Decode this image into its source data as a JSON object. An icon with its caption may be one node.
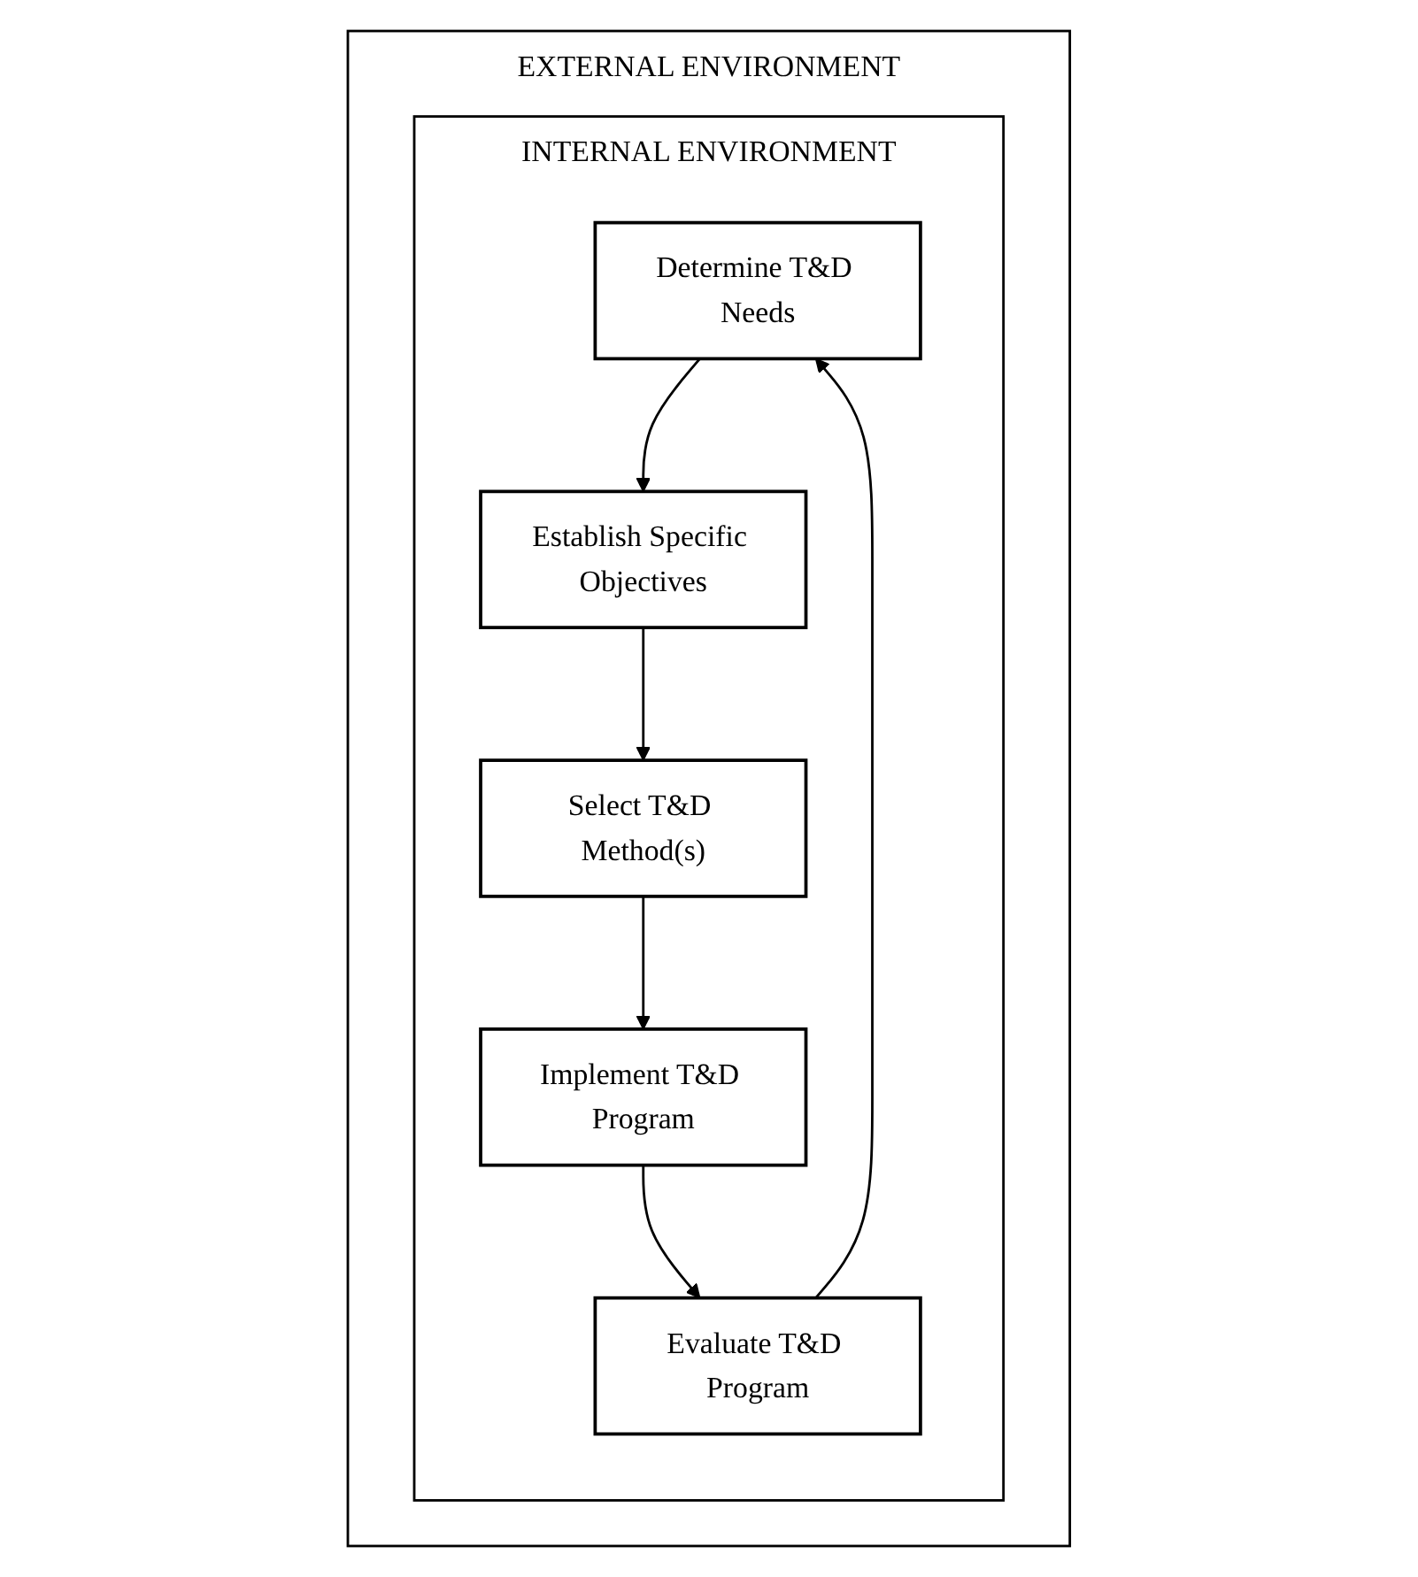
{
  "diagram": {
    "nodes": [
      {
        "text": [
          "EXTERNAL ENVIRONMENT"
        ]
      },
      {
        "text": [
          "INTERNAL ENVIRONMENT"
        ],
        "in": 0
      },
      {
        "text": [
          "Determine T&D Needs"
        ],
        "in": 1
      },
      {
        "text": [
          "Establish Specific Objectives"
        ],
        "in": 1
      },
      {
        "text": [
          "Select T&D Method(s)"
        ],
        "in": 1
      },
      {
        "text": [
          "Implement T&D Program"
        ],
        "in": 1
      },
      {
        "text": [
          "Evaluate T&D Program"
        ],
        "in": 1
      }
    ],
    "edges": [
      {
        "from": 2,
        "to": 3,
        "arrow": "to"
      },
      {
        "from": 3,
        "to": 4,
        "arrow": "to"
      },
      {
        "from": 4,
        "to": 5,
        "arrow": "to"
      },
      {
        "from": 5,
        "to": 6,
        "arrow": "to"
      },
      {
        "from": 6,
        "to": 2,
        "arrow": "to"
      }
    ]
  }
}
